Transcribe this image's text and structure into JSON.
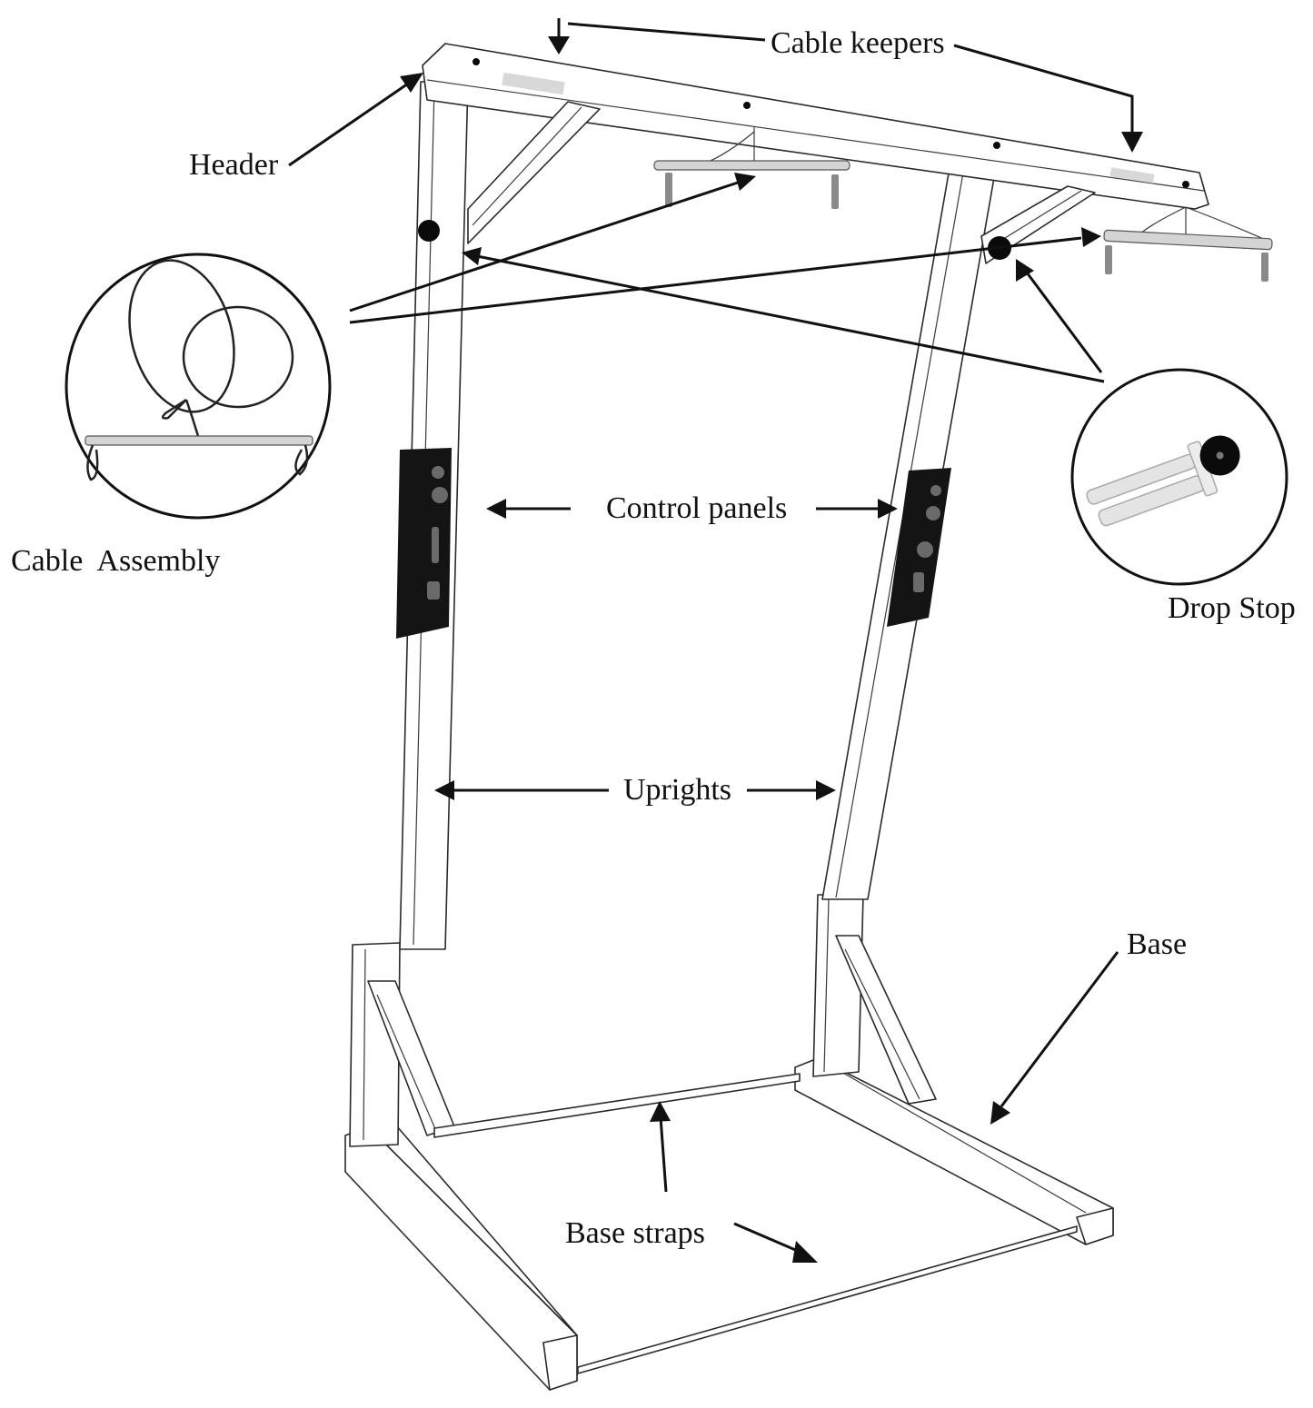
{
  "diagram": {
    "title": "Frame assembly with labeled components",
    "labels": {
      "cable_keepers": "Cable keepers",
      "header": "Header",
      "cable_assembly": "Cable  Assembly",
      "drop_stop": "Drop Stop",
      "control_panels": "Control panels",
      "uprights": "Uprights",
      "base": "Base",
      "base_straps": "Base straps"
    },
    "callouts": [
      {
        "id": "cable-assembly-detail",
        "label_ref": "cable_assembly",
        "depicts": "coiled cable attached to a spreader bar with two end loops"
      },
      {
        "id": "drop-stop-detail",
        "label_ref": "drop_stop",
        "depicts": "pin with a black round knob"
      }
    ],
    "colors": {
      "line": "#111111",
      "frame_fill": "#ffffff",
      "control_panel": "#141414"
    }
  }
}
